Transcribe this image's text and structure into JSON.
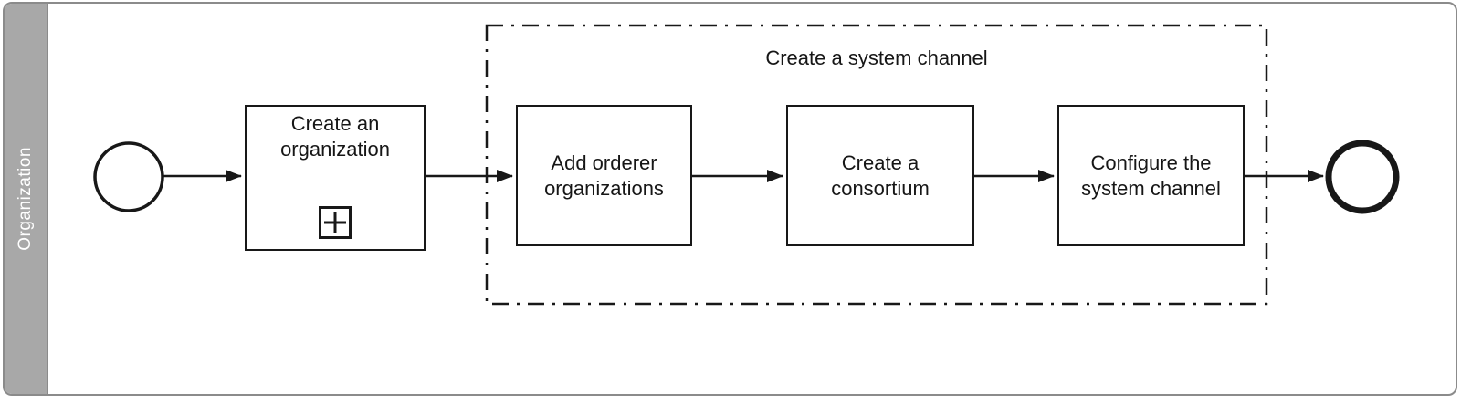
{
  "lane": {
    "label": "Organization"
  },
  "group": {
    "label": "Create a system channel"
  },
  "tasks": [
    {
      "lines": [
        "Create an",
        "organization"
      ],
      "marker": "plus"
    },
    {
      "lines": [
        "Add orderer",
        "organizations"
      ]
    },
    {
      "lines": [
        "Create a",
        "consortium"
      ]
    },
    {
      "lines": [
        "Configure the",
        "system channel"
      ]
    }
  ],
  "colors": {
    "lane_fill": "#a8a8a8",
    "pool_border": "#8b8b8b",
    "shape_stroke": "#181818",
    "text": "#161616"
  }
}
